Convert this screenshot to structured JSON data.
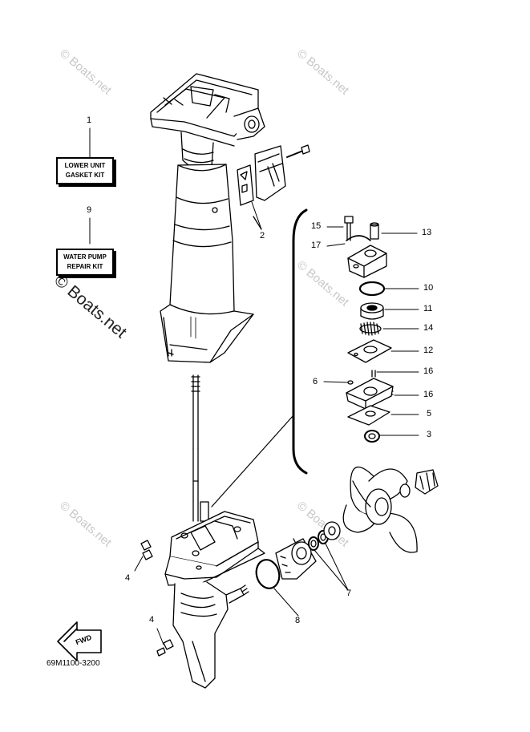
{
  "kits": {
    "lower_unit_gasket": {
      "callout": "1",
      "line1": "LOWER UNIT",
      "line2": "GASKET KIT"
    },
    "water_pump_repair": {
      "callout": "9",
      "line1": "WATER PUMP",
      "line2": "REPAIR KIT"
    }
  },
  "callouts": {
    "c2": "2",
    "c3": "3",
    "c4a": "4",
    "c4b": "4",
    "c5": "5",
    "c6": "6",
    "c7": "7",
    "c8": "8",
    "c10": "10",
    "c11": "11",
    "c12": "12",
    "c13": "13",
    "c14": "14",
    "c15": "15",
    "c16a": "16",
    "c16b": "16",
    "c17": "17"
  },
  "watermark": {
    "text": "© Boats.net"
  },
  "fwd_label": "FWD",
  "part_number": "69M1100-3200"
}
